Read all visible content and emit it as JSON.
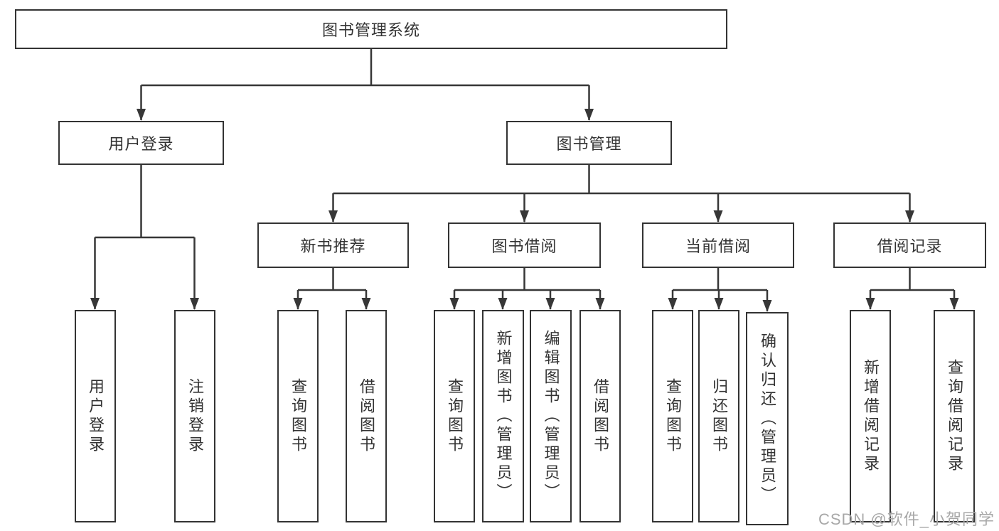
{
  "diagram": {
    "root": {
      "label": "图书管理系统"
    },
    "level2": [
      {
        "label": "用户登录"
      },
      {
        "label": "图书管理"
      }
    ],
    "level3": [
      {
        "label": "新书推荐"
      },
      {
        "label": "图书借阅"
      },
      {
        "label": "当前借阅"
      },
      {
        "label": "借阅记录"
      }
    ],
    "leaves": {
      "user_login": [
        {
          "label": "用户登录"
        },
        {
          "label": "注销登录"
        }
      ],
      "new_books": [
        {
          "label": "查询图书"
        },
        {
          "label": "借阅图书"
        }
      ],
      "book_borrow": [
        {
          "label": "查询图书"
        },
        {
          "label": "新增图书（管理员）"
        },
        {
          "label": "编辑图书（管理员）"
        },
        {
          "label": "借阅图书"
        }
      ],
      "current_borrow": [
        {
          "label": "查询图书"
        },
        {
          "label": "归还图书"
        },
        {
          "label": "确认归还（管理员）"
        }
      ],
      "borrow_records": [
        {
          "label": "新增借阅记录"
        },
        {
          "label": "查询借阅记录"
        }
      ]
    }
  },
  "watermark": {
    "text": "CSDN @软件_小贺同学"
  },
  "colors": {
    "line": "#373737",
    "box_border": "#333333",
    "text": "#333333",
    "background": "#ffffff",
    "watermark": "#a8a8a8"
  }
}
